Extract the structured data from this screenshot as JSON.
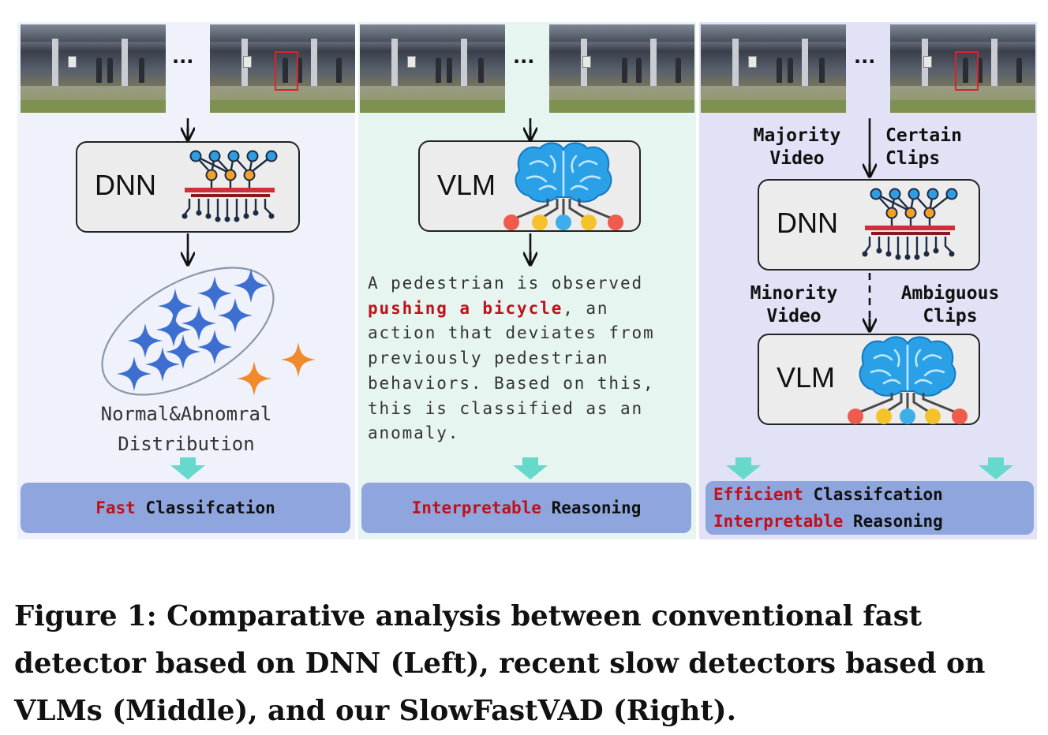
{
  "panels": {
    "left": {
      "ellipsis": "...",
      "model_label": "DNN",
      "distribution_label_line1": "Normal&Abnomral",
      "distribution_label_line2": "Distribution",
      "result_highlight": "Fast",
      "result_rest": "Classifcation"
    },
    "middle": {
      "ellipsis": "...",
      "model_label": "VLM",
      "description_lines": [
        {
          "plain": "A pedestrian is observed"
        },
        {
          "highlight": "pushing a bicycle",
          "plain": ", an"
        },
        {
          "plain": "action that deviates from"
        },
        {
          "plain": "previously pedestrian"
        },
        {
          "plain": "behaviors. Based on this,"
        },
        {
          "plain": "this is classified as an"
        },
        {
          "plain": "anomaly."
        }
      ],
      "result_highlight": "Interpretable",
      "result_rest": "Reasoning"
    },
    "right": {
      "ellipsis": "...",
      "majority_line1": "Majority",
      "majority_line2": "Video",
      "certain_line1": "Certain",
      "certain_line2": "Clips",
      "dnn_label": "DNN",
      "minority_line1": "Minority",
      "minority_line2": "Video",
      "ambiguous_line1": "Ambiguous",
      "ambiguous_line2": "Clips",
      "vlm_label": "VLM",
      "result1_highlight": "Efficient",
      "result1_rest": "Classifcation",
      "result2_highlight": "Interpretable",
      "result2_rest": "Reasoning"
    }
  },
  "caption": "Figure 1: Comparative analysis between conventional fast detector based on DNN (Left), recent slow detectors based on VLMs (Middle), and our SlowFastVAD (Right).",
  "colors": {
    "highlight_red": "#c0111b",
    "result_box": "#8ea6dd",
    "teal_arrow": "#66d8cc",
    "star_blue": "#3d6fd0",
    "star_orange": "#f08a2c"
  }
}
